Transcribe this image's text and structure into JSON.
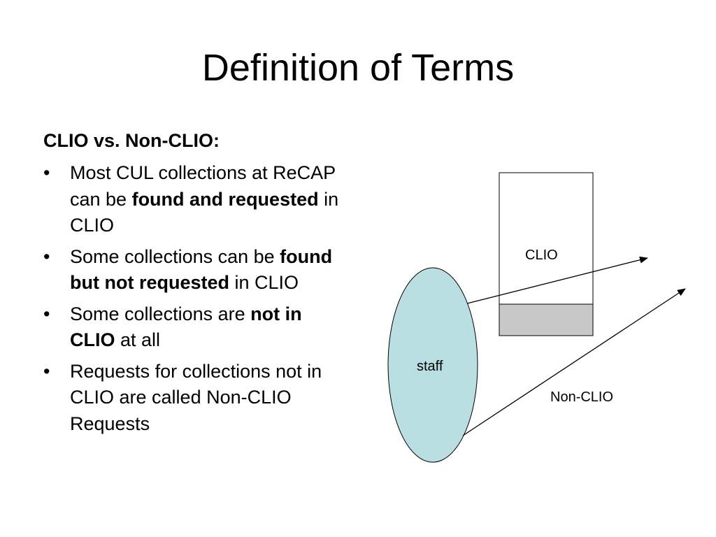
{
  "slide": {
    "title": "Definition of Terms",
    "subhead": "CLIO vs. Non-CLIO:",
    "bullet_mark": "•",
    "bullets": [
      {
        "segments": [
          {
            "text": "Most CUL collections at ReCAP can be ",
            "bold": false
          },
          {
            "text": "found and requested",
            "bold": true
          },
          {
            "text": " in CLIO",
            "bold": false
          }
        ]
      },
      {
        "segments": [
          {
            "text": "Some collections can be ",
            "bold": false
          },
          {
            "text": "found but not requested",
            "bold": true
          },
          {
            "text": " in CLIO",
            "bold": false
          }
        ]
      },
      {
        "segments": [
          {
            "text": "Some collections are ",
            "bold": false
          },
          {
            "text": "not in CLIO",
            "bold": true
          },
          {
            "text": " at all",
            "bold": false
          }
        ]
      },
      {
        "segments": [
          {
            "text": "Requests for collections not in CLIO are called Non-CLIO Requests",
            "bold": false
          }
        ]
      }
    ]
  },
  "diagram": {
    "clio_label": "CLIO",
    "staff_label": "staff",
    "nonclio_label": "Non-CLIO",
    "colors": {
      "staff_fill": "#b9dfe3",
      "clio_box_fill": "#ffffff",
      "clio_box_band_fill": "#c8c8c8",
      "stroke": "#000000"
    }
  }
}
